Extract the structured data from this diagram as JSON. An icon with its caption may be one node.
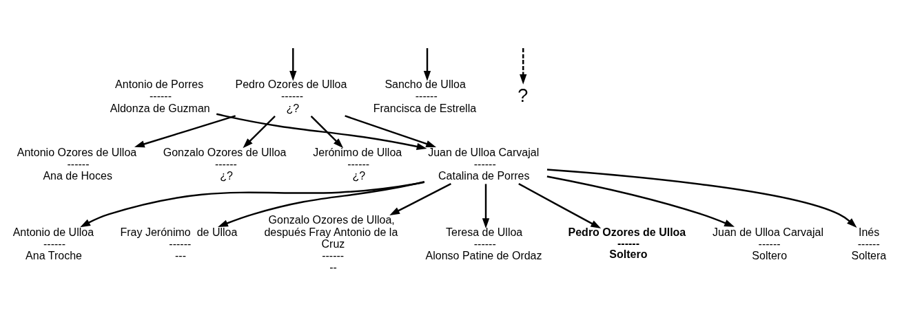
{
  "diagram": {
    "nodes": [
      {
        "text": [
          "Pedro Ozores de Ulloa",
          "------",
          "¿?"
        ]
      },
      {
        "text": [
          "Sancho de Ulloa",
          "------",
          "Francisca de Estrella"
        ]
      },
      {
        "text": [
          "?"
        ]
      },
      {
        "text": [
          "Antonio de Porres",
          "------",
          "Aldonza de Guzman"
        ]
      },
      {
        "text": [
          "Antonio Ozores de Ulloa",
          "------",
          "Ana de Hoces"
        ]
      },
      {
        "text": [
          "Gonzalo Ozores de Ulloa",
          "------",
          "¿?"
        ]
      },
      {
        "text": [
          "Jerónimo de Ulloa",
          "------",
          "¿?"
        ]
      },
      {
        "text": [
          "Juan de Ulloa Carvajal",
          "------",
          "Catalina de Porres"
        ]
      },
      {
        "text": [
          "Antonio de Ulloa",
          "------",
          "Ana Troche"
        ]
      },
      {
        "text": [
          "Fray Jerónimo  de Ulloa",
          "------",
          "---"
        ]
      },
      {
        "text": [
          "Gonzalo Ozores de Ulloa, después Fray Antonio de la Cruz",
          "------",
          "--"
        ]
      },
      {
        "text": [
          "Teresa de Ulloa",
          "------",
          "Alonso Patine de Ordaz"
        ]
      },
      {
        "text": [
          "Pedro Ozores de Ulloa",
          "------",
          "Soltero"
        ]
      },
      {
        "text": [
          "Juan de Ulloa Carvajal",
          "------",
          "Soltero"
        ]
      },
      {
        "text": [
          "Inés",
          "------",
          "Soltera"
        ]
      }
    ],
    "edges": [
      {
        "from": null,
        "to": 0,
        "arrow": "to"
      },
      {
        "from": null,
        "to": 1,
        "arrow": "to"
      },
      {
        "from": null,
        "to": 2,
        "arrow": "to",
        "style": "dashed"
      },
      {
        "from": 0,
        "to": 4,
        "arrow": "to"
      },
      {
        "from": 0,
        "to": 5,
        "arrow": "to"
      },
      {
        "from": 0,
        "to": 6,
        "arrow": "to"
      },
      {
        "from": 0,
        "to": 7,
        "arrow": "to"
      },
      {
        "from": 3,
        "to": 7,
        "arrow": "to"
      },
      {
        "from": 7,
        "to": 8,
        "arrow": "to"
      },
      {
        "from": 7,
        "to": 9,
        "arrow": "to"
      },
      {
        "from": 7,
        "to": 10,
        "arrow": "to"
      },
      {
        "from": 7,
        "to": 11,
        "arrow": "to"
      },
      {
        "from": 7,
        "to": 12,
        "arrow": "to"
      },
      {
        "from": 7,
        "to": 13,
        "arrow": "to"
      },
      {
        "from": 7,
        "to": 14,
        "arrow": "to"
      }
    ]
  }
}
